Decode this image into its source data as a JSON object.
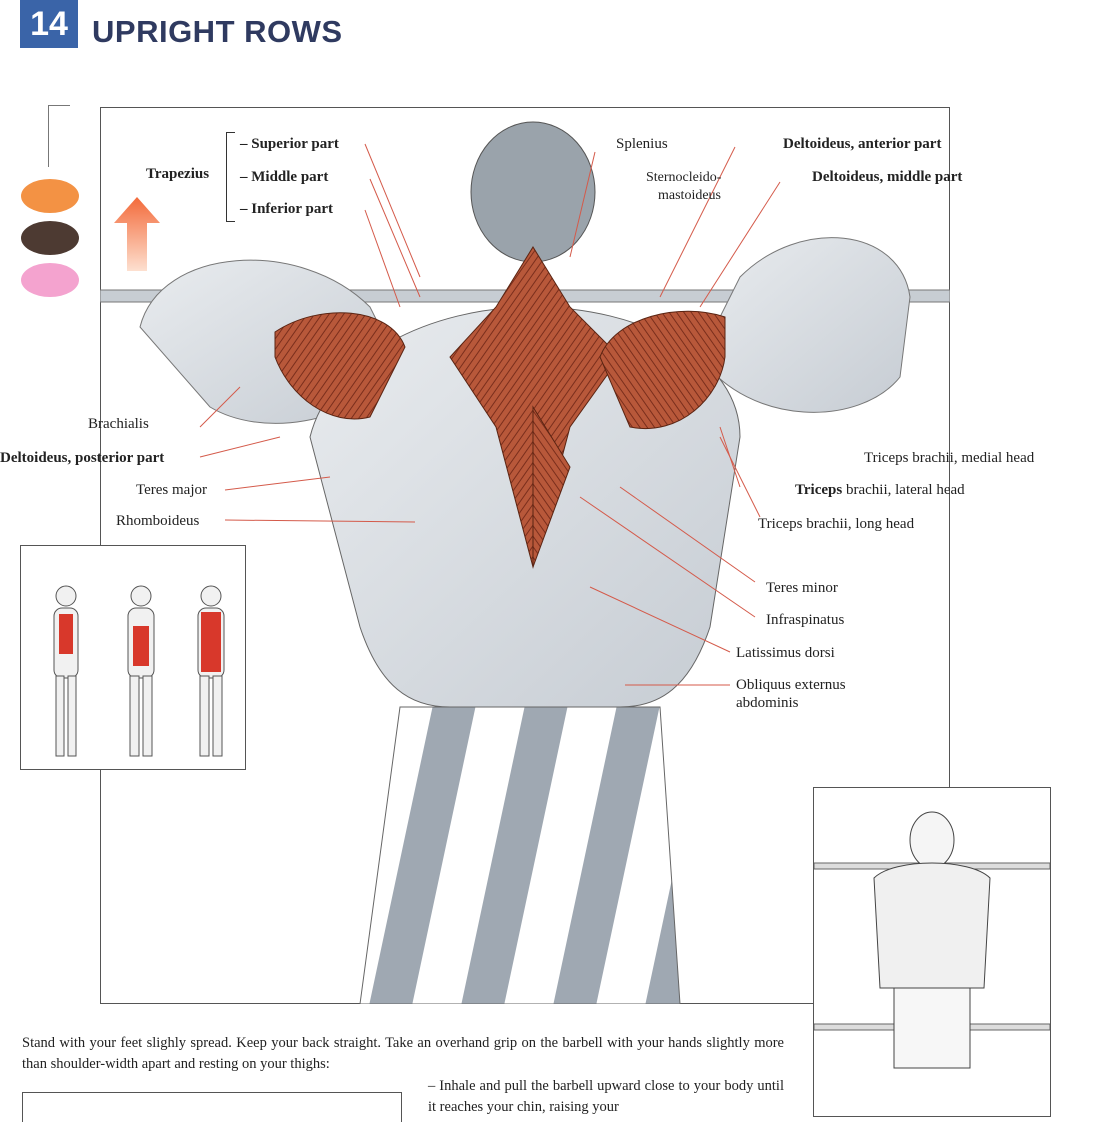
{
  "header": {
    "number": "14",
    "title": "UPRIGHT ROWS"
  },
  "legend": {
    "colors": [
      "#f39244",
      "#4d3a32",
      "#f4a3cf"
    ],
    "arrow_color": "#f36a3a"
  },
  "labels": {
    "trapezius": "Trapezius",
    "superior_part": "– Superior part",
    "middle_part": "– Middle part",
    "inferior_part": "– Inferior part",
    "splenius": "Splenius",
    "sterno_1": "Sternocleido-",
    "sterno_2": "mastoideus",
    "delt_anterior": "Deltoideus, anterior part",
    "delt_middle": "Deltoideus, middle part",
    "brachialis": "Brachialis",
    "delt_posterior": "Deltoideus, posterior part",
    "teres_major": "Teres major",
    "rhomboideus": "Rhomboideus",
    "triceps_medial": "Triceps brachii, medial head",
    "triceps_lateral_bold": "Triceps",
    "triceps_lateral_rest": " brachii, lateral head",
    "triceps_long": "Triceps brachii, long head",
    "teres_minor": "Teres minor",
    "infraspinatus": "Infraspinatus",
    "latissimus": "Latissimus dorsi",
    "obliquus_1": "Obliquus externus",
    "obliquus_2": "abdominis"
  },
  "description": {
    "intro": "Stand with your feet slighly spread. Keep your back straight. Take an overhand grip on the barbell with your hands slightly more than shoulder-width apart and resting on your thighs:",
    "step": "– Inhale and pull the barbell upward close to your body until it reaches your chin, raising your"
  }
}
